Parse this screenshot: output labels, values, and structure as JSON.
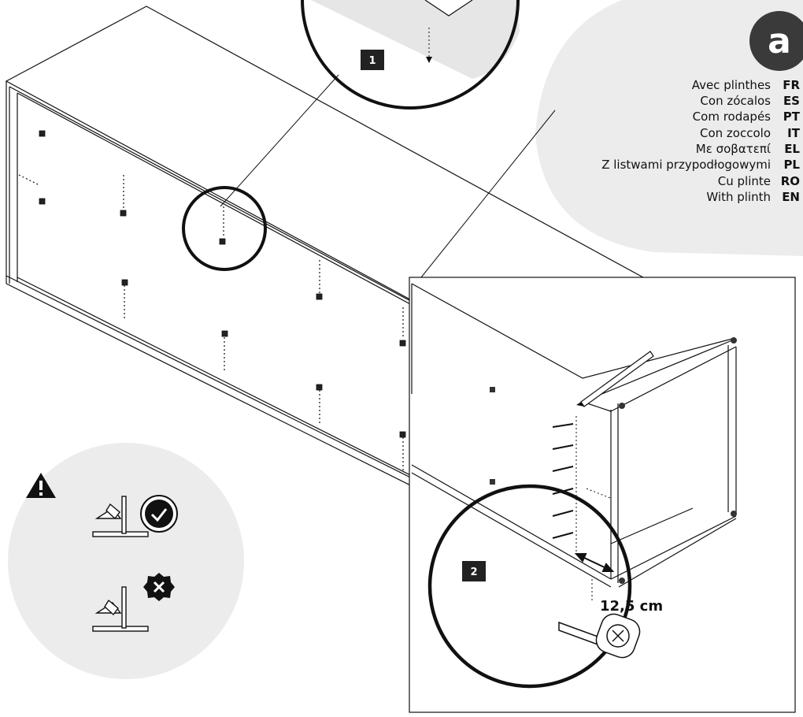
{
  "section": {
    "letter": "a",
    "badge_color": "#3a3a3a",
    "panel_color": "#ececec"
  },
  "languages": [
    {
      "name": "Avec plinthes",
      "code": "FR"
    },
    {
      "name": "Con zócalos",
      "code": "ES"
    },
    {
      "name": "Com rodapés",
      "code": "PT"
    },
    {
      "name": "Con zoccolo",
      "code": "IT"
    },
    {
      "name": "Με σοβατεπί",
      "code": "EL"
    },
    {
      "name": "Z listwami przypodłogowymi",
      "code": "PL"
    },
    {
      "name": "Cu plinte",
      "code": "RO"
    },
    {
      "name": "With plinth",
      "code": "EN"
    }
  ],
  "steps": [
    {
      "number": "1"
    },
    {
      "number": "2"
    }
  ],
  "measurement": "12,5 cm",
  "warning": {
    "icon": "warning-triangle-icon",
    "correct_icon": "check-circle-icon",
    "incorrect_icon": "x-badge-icon"
  }
}
